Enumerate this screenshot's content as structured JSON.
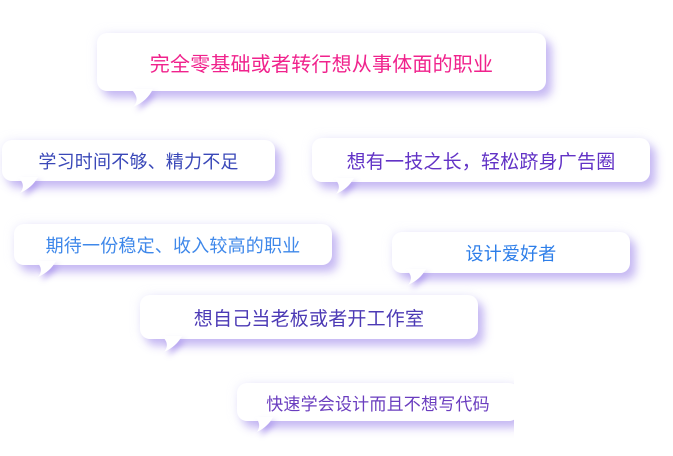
{
  "bubbles": [
    {
      "id": "zero-basis",
      "text": "完全零基础或者转行想从事体面的职业",
      "color": "#f0228c"
    },
    {
      "id": "short-time",
      "text": "学习时间不够、精力不足",
      "color": "#3a48b8"
    },
    {
      "id": "ad-industry",
      "text": "想有一技之长，轻松跻身广告圈",
      "color": "#6233c6"
    },
    {
      "id": "stable-job",
      "text": "期待一份稳定、收入较高的职业",
      "color": "#3f88ea"
    },
    {
      "id": "design-lover",
      "text": "设计爱好者",
      "color": "#2d7ee9"
    },
    {
      "id": "own-boss",
      "text": "想自己当老板或者开工作室",
      "color": "#4c3ab5"
    },
    {
      "id": "no-code",
      "text": "快速学会设计而且不想写代码",
      "color": "#6a3dbf"
    }
  ],
  "colors": {
    "bubble_bg": "#ffffff",
    "shadow": "#8c6ee6"
  }
}
